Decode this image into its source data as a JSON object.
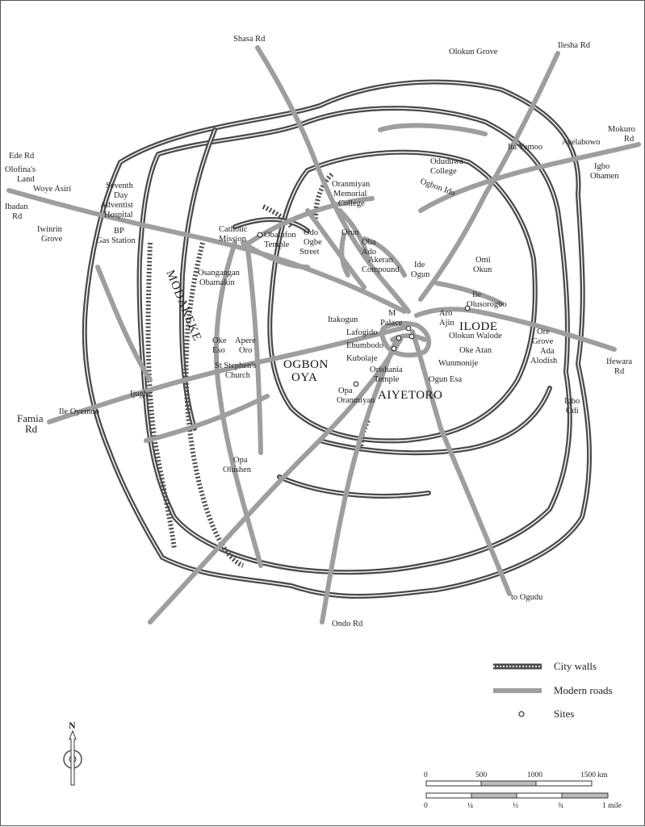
{
  "roads": {
    "shasa": "Shasa Rd",
    "ilesha": "Ilesha Rd",
    "mokuro": [
      "Mokuro",
      "Rd"
    ],
    "ede": "Ede Rd",
    "ibadan": [
      "Ibadan",
      "Rd"
    ],
    "ifewara": [
      "Ifewara",
      "Rd"
    ],
    "famia": [
      "Famia",
      "Rd"
    ],
    "ondo": "Ondo Rd",
    "ogudu": "to Ogudu"
  },
  "places": {
    "olokun_grove": "Olokun Grove",
    "ita_yemoo": "Ita Yemoo",
    "ayelabowo": "Ayelabowo",
    "igbo_ohamen": [
      "Igbo",
      "Ohamen"
    ],
    "oduduwa_college": [
      "Oduduwa",
      "College"
    ],
    "ogbon_ido": "Ogbon Ido",
    "oranmiyan_college": [
      "Oranmiyan",
      "Memorial",
      "College"
    ],
    "olofinas_land": [
      "Olofina's",
      "Land"
    ],
    "woye_asiri": "Woye Asiri",
    "seventh_day": [
      "Seventh",
      "Day",
      "Adventist",
      "Hospital"
    ],
    "iwinrin_grove": [
      "Iwinrin",
      "Grove"
    ],
    "bp_gas": [
      "BP",
      "Gas Station"
    ],
    "catholic_mission": [
      "Catholic",
      "Mission"
    ],
    "obaluton_temple": [
      "Obalufon",
      "Temple"
    ],
    "odo_ogbe": [
      "Odo",
      "Ogbe",
      "Street"
    ],
    "orun": "Orun",
    "oba_ado": [
      "Oba",
      "Ado"
    ],
    "akeran": [
      "Akeran",
      "Compound"
    ],
    "ide_ogun": [
      "Ide",
      "Ogun"
    ],
    "omi_okun": [
      "Omi",
      "Okun"
    ],
    "ile_olusorogbo": [
      "Ile",
      "Olusorogbo"
    ],
    "osangangan": [
      "Osangangan",
      "Obamakin"
    ],
    "modakeke": "MODAKEKE",
    "itakogun": "Itakogun",
    "m_palace": [
      "M",
      "Palace"
    ],
    "aro_ajin": [
      "Aro",
      "Ajin"
    ],
    "lafogido": "Lafogido",
    "ebumbodo": "Ebumbodo",
    "kubolaje": "Kubolaje",
    "wunmonije": "Wunmonije",
    "olokun_walode": "Olokun Walode",
    "oke_atan": "Oke Atan",
    "ilode": "ILODE",
    "ore_grove": [
      "Ore",
      "Grove"
    ],
    "ada_alodish": [
      "Ada",
      "Alodish"
    ],
    "oke_eso": [
      "Oke",
      "Eso"
    ],
    "apere_oro": [
      "Apere",
      "Oro"
    ],
    "st_stephens": [
      "St Stephen's",
      "Church"
    ],
    "ogbon_oya": [
      "OGBON",
      "OYA"
    ],
    "orishania": [
      "Orishania",
      "Temple"
    ],
    "ogun_esa": "Ogun Esa",
    "aiyetoro": "AIYETORO",
    "opa_oranmiyan": [
      "Opa",
      "Oranmiyan"
    ],
    "ijugbe": "Ijugbe",
    "ile_oyemoo": "Ile Oyemoo",
    "opa_olushen": [
      "Opa",
      "Olushen"
    ],
    "igbo_odi": [
      "Igbo",
      "Odi"
    ]
  },
  "legend": {
    "city_walls": "City walls",
    "modern_roads": "Modern roads",
    "sites": "Sites"
  },
  "north": "N",
  "scale": {
    "top": [
      "0",
      "500",
      "1000",
      "1500 km"
    ],
    "bottom": [
      "0",
      "¼",
      "½",
      "¾",
      "1 mile"
    ]
  },
  "colors": {
    "walls": "#4a4a4a",
    "roads": "#9e9e9e"
  }
}
